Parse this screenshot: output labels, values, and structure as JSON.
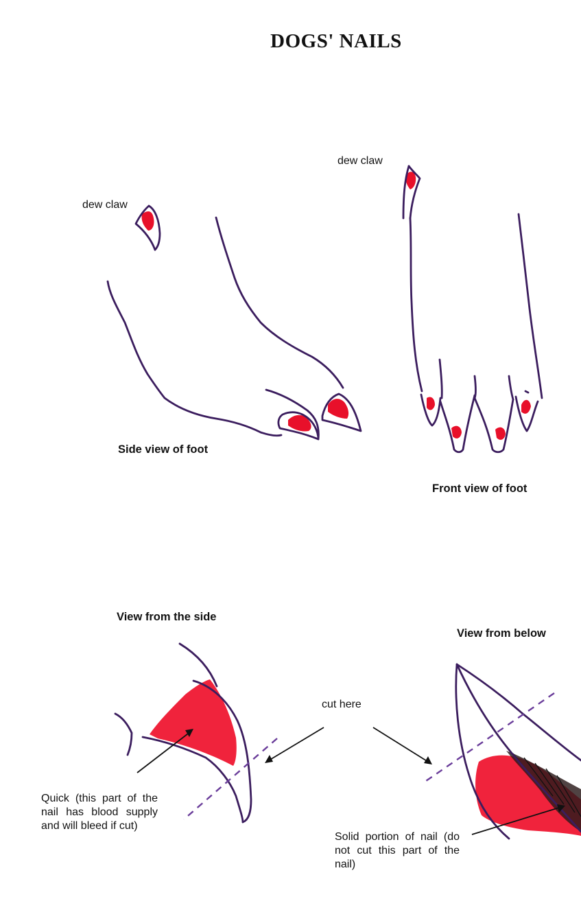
{
  "title": "DOGS' NAILS",
  "labels": {
    "dew_claw_side": "dew claw",
    "dew_claw_front": "dew claw",
    "side_view_foot": "Side view of foot",
    "front_view_foot": "Front view of foot",
    "view_from_side": "View from the side",
    "view_from_below": "View from below",
    "cut_here": "cut here",
    "quick_note": "Quick (this part of the nail has blood supply and will bleed if cut)",
    "solid_note": "Solid portion of nail (do not cut this part of the nail)"
  },
  "colors": {
    "ink": "#3b1d5e",
    "quick": "#e8102a",
    "cut_line": "#6a3d9a",
    "text": "#111111"
  }
}
